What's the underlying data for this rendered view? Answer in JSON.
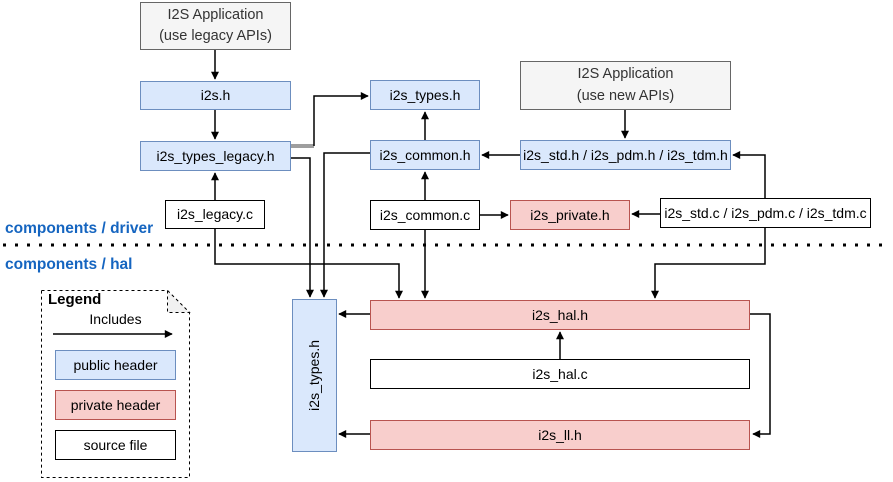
{
  "sections": {
    "driver_label": "components / driver",
    "hal_label": "components / hal"
  },
  "nodes": {
    "app_legacy": {
      "line1": "I2S Application",
      "line2": "(use legacy APIs)",
      "kind": "application"
    },
    "i2s_h": {
      "label": "i2s.h",
      "kind": "public header"
    },
    "i2s_types_legacy_h": {
      "label": "i2s_types_legacy.h",
      "kind": "public header"
    },
    "i2s_legacy_c": {
      "label": "i2s_legacy.c",
      "kind": "source file"
    },
    "i2s_types_h_driver": {
      "label": "i2s_types.h",
      "kind": "public header"
    },
    "i2s_common_h": {
      "label": "i2s_common.h",
      "kind": "public header"
    },
    "i2s_common_c": {
      "label": "i2s_common.c",
      "kind": "source file"
    },
    "app_new": {
      "line1": "I2S Application",
      "line2": "(use new APIs)",
      "kind": "application"
    },
    "i2s_std_pdm_tdm_h": {
      "label": "i2s_std.h / i2s_pdm.h / i2s_tdm.h",
      "kind": "public header"
    },
    "i2s_private_h": {
      "label": "i2s_private.h",
      "kind": "private header"
    },
    "i2s_std_pdm_tdm_c": {
      "label": "i2s_std.c / i2s_pdm.c / i2s_tdm.c",
      "kind": "source file"
    },
    "i2s_types_h_hal": {
      "label": "i2s_types.h",
      "kind": "public header"
    },
    "i2s_hal_h": {
      "label": "i2s_hal.h",
      "kind": "private header"
    },
    "i2s_hal_c": {
      "label": "i2s_hal.c",
      "kind": "source file"
    },
    "i2s_ll_h": {
      "label": "i2s_ll.h",
      "kind": "private header"
    }
  },
  "edges": [
    {
      "from": "app_legacy",
      "to": "i2s_h",
      "relation": "includes"
    },
    {
      "from": "i2s_h",
      "to": "i2s_types_legacy_h",
      "relation": "includes"
    },
    {
      "from": "i2s_legacy_c",
      "to": "i2s_types_legacy_h",
      "relation": "includes"
    },
    {
      "from": "i2s_types_legacy_h",
      "to": "i2s_types_h_driver",
      "relation": "includes"
    },
    {
      "from": "i2s_types_legacy_h",
      "to": "i2s_types_h_hal",
      "relation": "includes"
    },
    {
      "from": "i2s_common_h",
      "to": "i2s_types_h_hal",
      "relation": "includes"
    },
    {
      "from": "i2s_common_h",
      "to": "i2s_types_h_driver",
      "relation": "includes"
    },
    {
      "from": "i2s_common_c",
      "to": "i2s_common_h",
      "relation": "includes"
    },
    {
      "from": "i2s_std_pdm_tdm_h",
      "to": "i2s_common_h",
      "relation": "includes"
    },
    {
      "from": "app_new",
      "to": "i2s_std_pdm_tdm_h",
      "relation": "includes"
    },
    {
      "from": "i2s_common_c",
      "to": "i2s_private_h",
      "relation": "includes"
    },
    {
      "from": "i2s_std_pdm_tdm_c",
      "to": "i2s_private_h",
      "relation": "includes"
    },
    {
      "from": "i2s_std_pdm_tdm_c",
      "to": "i2s_std_pdm_tdm_h",
      "relation": "includes"
    },
    {
      "from": "i2s_std_pdm_tdm_c",
      "to": "i2s_hal_h",
      "relation": "includes"
    },
    {
      "from": "i2s_legacy_c",
      "to": "i2s_hal_h",
      "relation": "includes"
    },
    {
      "from": "i2s_common_c",
      "to": "i2s_hal_h",
      "relation": "includes"
    },
    {
      "from": "i2s_hal_h",
      "to": "i2s_types_h_hal",
      "relation": "includes"
    },
    {
      "from": "i2s_hal_c",
      "to": "i2s_hal_h",
      "relation": "includes"
    },
    {
      "from": "i2s_hal_h",
      "to": "i2s_ll_h",
      "relation": "includes"
    },
    {
      "from": "i2s_ll_h",
      "to": "i2s_types_h_hal",
      "relation": "includes"
    }
  ],
  "legend": {
    "title": "Legend",
    "arrow_label": "Includes",
    "items": [
      {
        "label": "public header",
        "type": "public"
      },
      {
        "label": "private header",
        "type": "private"
      },
      {
        "label": "source file",
        "type": "source"
      }
    ]
  },
  "colors": {
    "public_fill": "#dae8fc",
    "public_stroke": "#6c8ebf",
    "private_fill": "#f8cecc",
    "private_stroke": "#b85450",
    "source_fill": "#ffffff",
    "source_stroke": "#000000",
    "application_fill": "#f5f5f5",
    "application_stroke": "#666666",
    "section_label_color": "#1565c0",
    "edge_color": "#000000"
  }
}
